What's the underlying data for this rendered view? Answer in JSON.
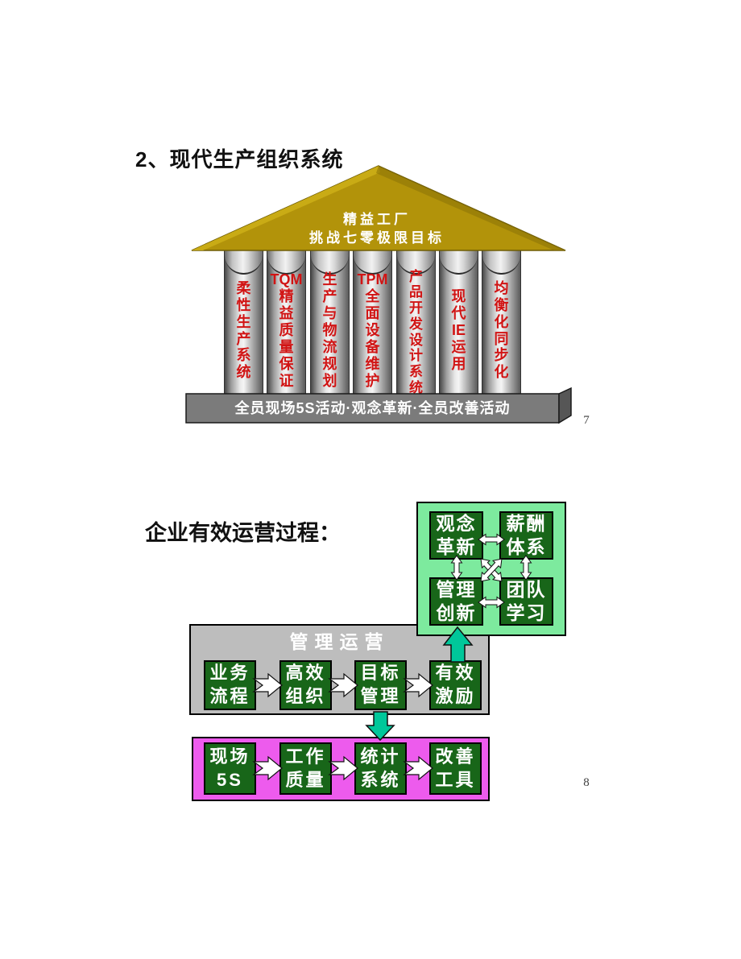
{
  "slide1": {
    "title": "2、现代生产组织系统",
    "page_number": "7",
    "roof_lines": [
      "精益工厂",
      "挑战七零极限目标"
    ],
    "pillars": [
      [
        "柔",
        "性",
        "生",
        "产",
        "系",
        "统"
      ],
      [
        "TQM",
        "精",
        "益",
        "质",
        "量",
        "保",
        "证"
      ],
      [
        "生",
        "产",
        "与",
        "物",
        "流",
        "规",
        "划"
      ],
      [
        "TPM",
        "全",
        "面",
        "设",
        "备",
        "维",
        "护"
      ],
      [
        "产",
        "品",
        "开",
        "发",
        "设",
        "计",
        "系",
        "统"
      ],
      [
        "现",
        "代",
        "IE",
        "运",
        "用"
      ],
      [
        "均",
        "衡",
        "化",
        "同",
        "步",
        "化"
      ]
    ],
    "base_text": "全员现场5S活动·观念革新·全员改善活动"
  },
  "slide2": {
    "title": "企业有效运营过程：",
    "page_number": "8",
    "matrix": {
      "boxes": [
        [
          "观念",
          "革新"
        ],
        [
          "薪酬",
          "体系"
        ],
        [
          "管理",
          "创新"
        ],
        [
          "团队",
          "学习"
        ]
      ]
    },
    "operations": {
      "title": "管理运营",
      "boxes": [
        [
          "业务",
          "流程"
        ],
        [
          "高效",
          "组织"
        ],
        [
          "目标",
          "管理"
        ],
        [
          "有效",
          "激励"
        ]
      ]
    },
    "site": {
      "boxes": [
        [
          "现场",
          "5S"
        ],
        [
          "工作",
          "质量"
        ],
        [
          "统计",
          "系统"
        ],
        [
          "改善",
          "工具"
        ]
      ]
    }
  },
  "colors": {
    "roof_gold": "#b2930a",
    "pillar_text_red": "#d11414",
    "base_gray": "#7b7b7b",
    "panel_light_green": "#7dea9e",
    "box_dark_green": "#186619",
    "operations_gray": "#bdbdbd",
    "site_pink": "#ed5bed",
    "flow_arrow_teal": "#00c79a",
    "connector_white": "#ffffff"
  }
}
